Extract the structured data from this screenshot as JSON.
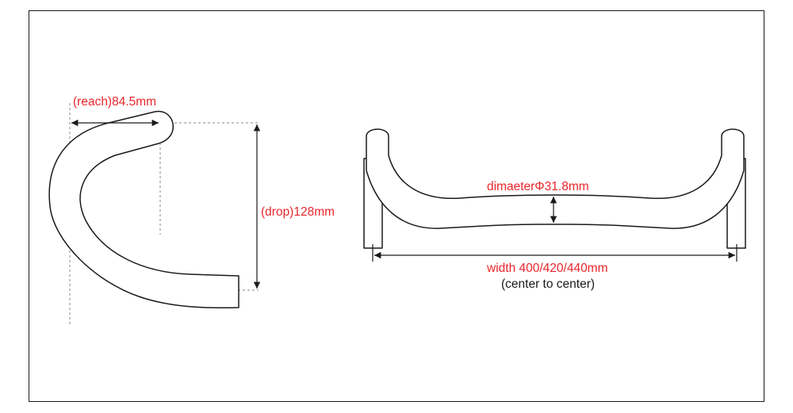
{
  "side_view": {
    "reach_label": "(reach)84.5mm",
    "drop_label": "(drop)128mm"
  },
  "front_view": {
    "diameter_label": "dimaeterΦ31.8mm",
    "width_label": "width 400/420/440mm",
    "width_note": "(center to center)"
  },
  "colors": {
    "label_red": "#e8262b",
    "line": "#1a1a1a",
    "dashed_guide": "#8a8a8a"
  }
}
